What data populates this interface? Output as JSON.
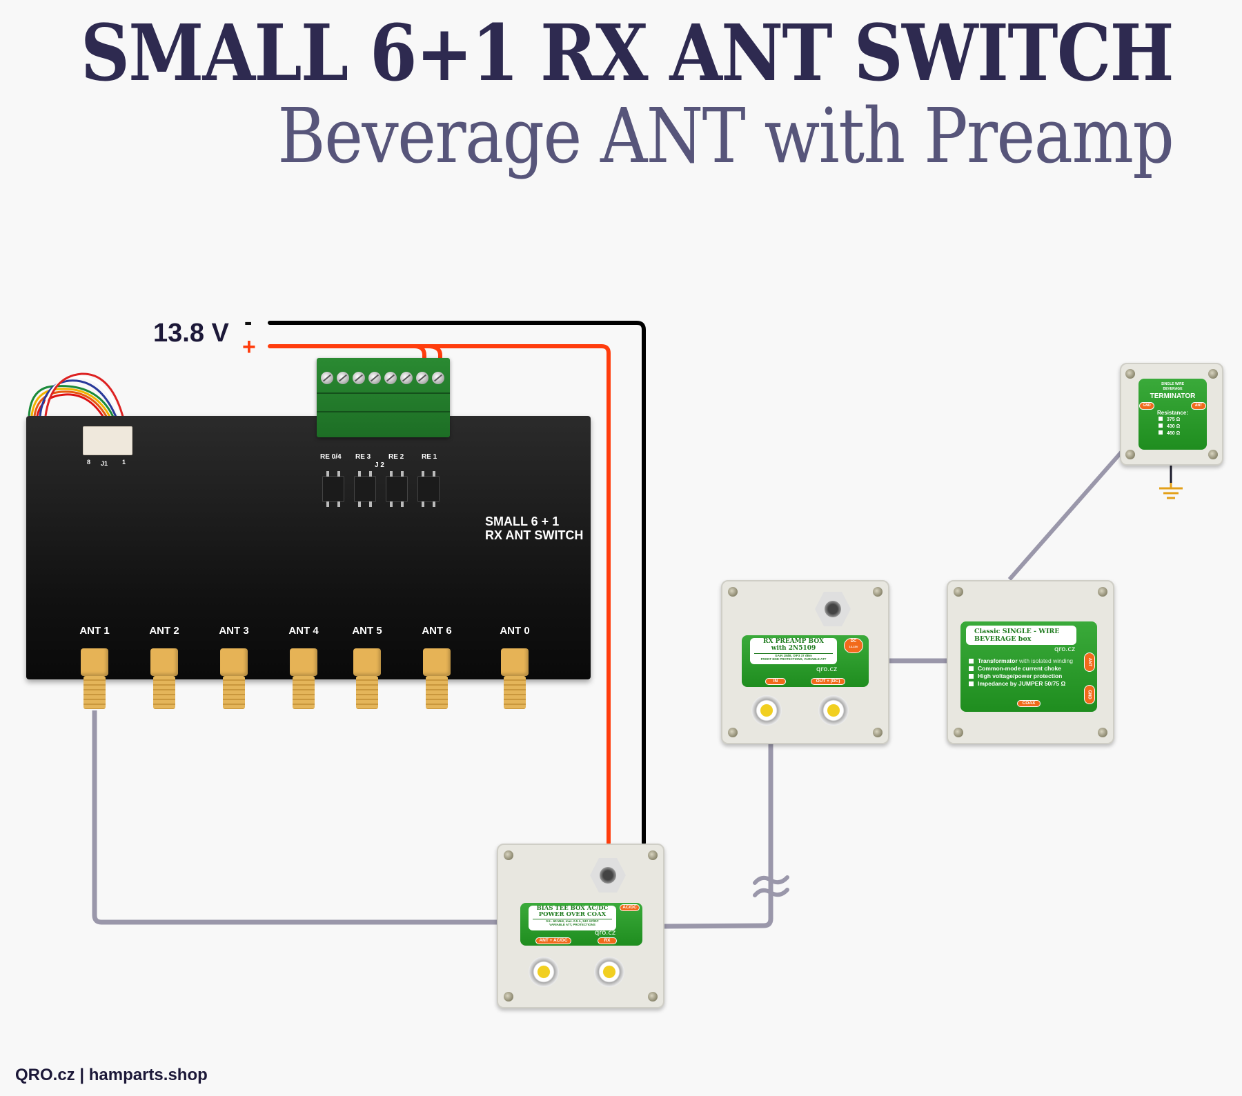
{
  "header": {
    "title": "SMALL 6+1 RX ANT SWITCH",
    "subtitle": "Beverage ANT with Preamp"
  },
  "power": {
    "voltage_label": "13.8 V",
    "minus_label": "-",
    "plus_label": "+",
    "colors": {
      "negative": "#000000",
      "positive": "#ff3d0d",
      "coax": "#9a97aa"
    }
  },
  "switch_box": {
    "label_line1": "SMALL 6 + 1",
    "label_line2": "RX ANT SWITCH",
    "j1_label": "J1",
    "j1_pin_left": "8",
    "j1_pin_right": "1",
    "j2_label": "J 2",
    "relays": [
      "RE 0/4",
      "RE 3",
      "RE 2",
      "RE 1"
    ],
    "antenna_ports": [
      "ANT 1",
      "ANT 2",
      "ANT 3",
      "ANT 4",
      "ANT 5",
      "ANT 6",
      "ANT 0"
    ]
  },
  "bias_tee": {
    "title_line1": "BIAS TEE BOX AC/DC",
    "title_line2": "POWER OVER COAX",
    "spec_line1": "0.5 - 60 MHz, max. 0.5 A, 24V AC/DC",
    "spec_line2": "VARIABLE ATT, PROTECTIONS",
    "brand": "qro.cz",
    "badge": "AC/DC",
    "port_left": "ANT + AC/DC",
    "port_right": "RX"
  },
  "preamp": {
    "title_line1": "RX PREAMP BOX",
    "title_line2": "with 2N5109",
    "spec_line1": "GAIN 18dB, OIP3 37 dBm",
    "spec_line2": "FRONT END PROTECTIONS, VARIABLE ATT",
    "brand": "qro.cz",
    "badge_line1": "DC",
    "badge_line2": "13-15V",
    "port_left": "IN",
    "port_right": "OUT + (DC)"
  },
  "beverage_box": {
    "title_line1": "Classic SINGLE - WIRE",
    "title_line2": "BEVERAGE box",
    "brand": "qro.cz",
    "features": [
      {
        "bold": "Transformator",
        "rest": " with isolated winding"
      },
      {
        "bold": "Common-mode current choke",
        "rest": ""
      },
      {
        "bold": "High voltage/power protection",
        "rest": ""
      },
      {
        "bold": "Impedance by JUMPER 50/75 Ω",
        "rest": ""
      }
    ],
    "port_bottom": "COAX",
    "port_side_top": "ANT",
    "port_side_bottom": "GND"
  },
  "terminator": {
    "heading_line1": "SINGLE WIRE",
    "heading_line2": "BEVERAGE",
    "title": "TERMINATOR",
    "port_left": "GND",
    "port_right": "ANT",
    "resistance_label": "Resistance:",
    "resistances": [
      "375 Ω",
      "430 Ω",
      "460 Ω"
    ]
  },
  "footer": {
    "text": "QRO.cz | hamparts.shop"
  }
}
